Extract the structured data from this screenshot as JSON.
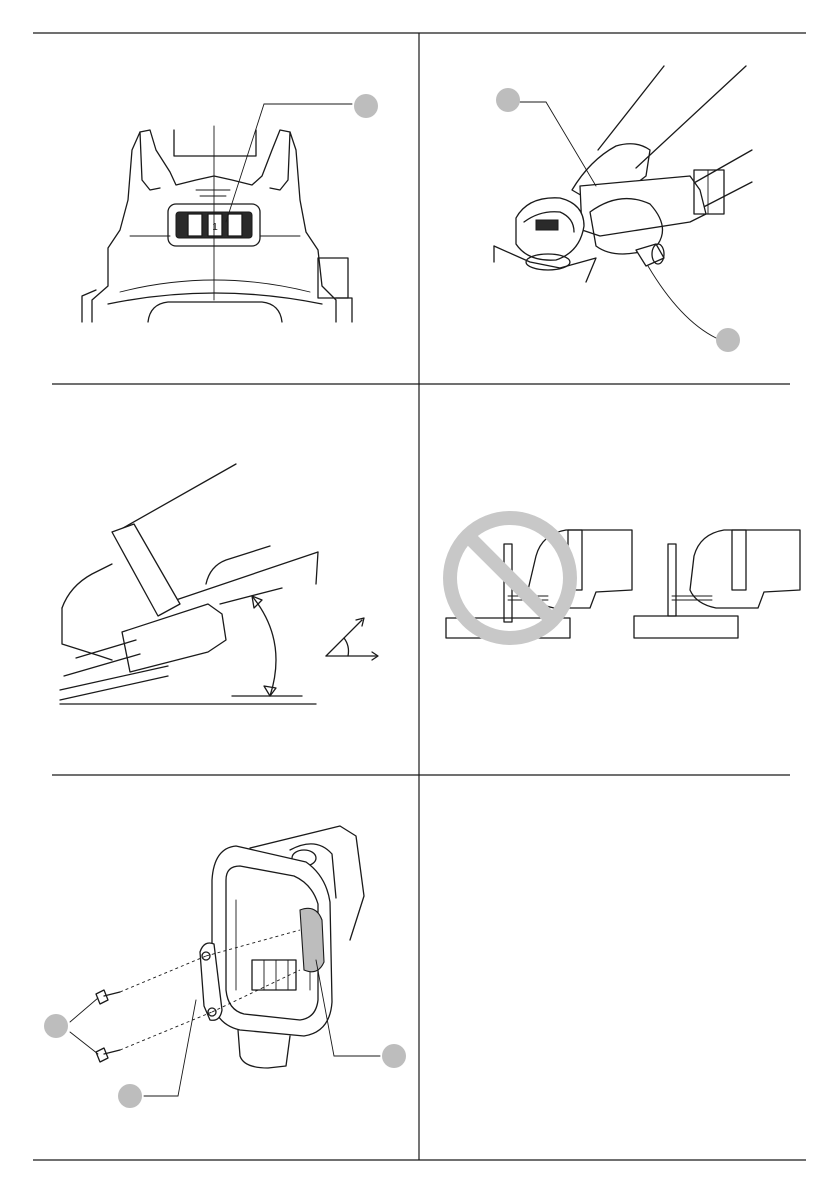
{
  "page": {
    "panels": [
      {
        "id": "speed-switch",
        "callouts": 1
      },
      {
        "id": "two-hand-grip",
        "callouts": 2
      },
      {
        "id": "grinding-angle",
        "callouts": 0
      },
      {
        "id": "edge-cutting-wrong-vs-right",
        "callouts": 0
      },
      {
        "id": "battery-bracket-install",
        "callouts": 3
      },
      {
        "id": "empty-panel",
        "callouts": 0
      }
    ]
  },
  "colors": {
    "line": "#1a1a1a",
    "callout_bubble": "#bdbdbd",
    "prohibition_sign": "#c8c8c8"
  },
  "icons": [
    "callout-bubble",
    "prohibition-icon",
    "angle-symbol-icon"
  ]
}
